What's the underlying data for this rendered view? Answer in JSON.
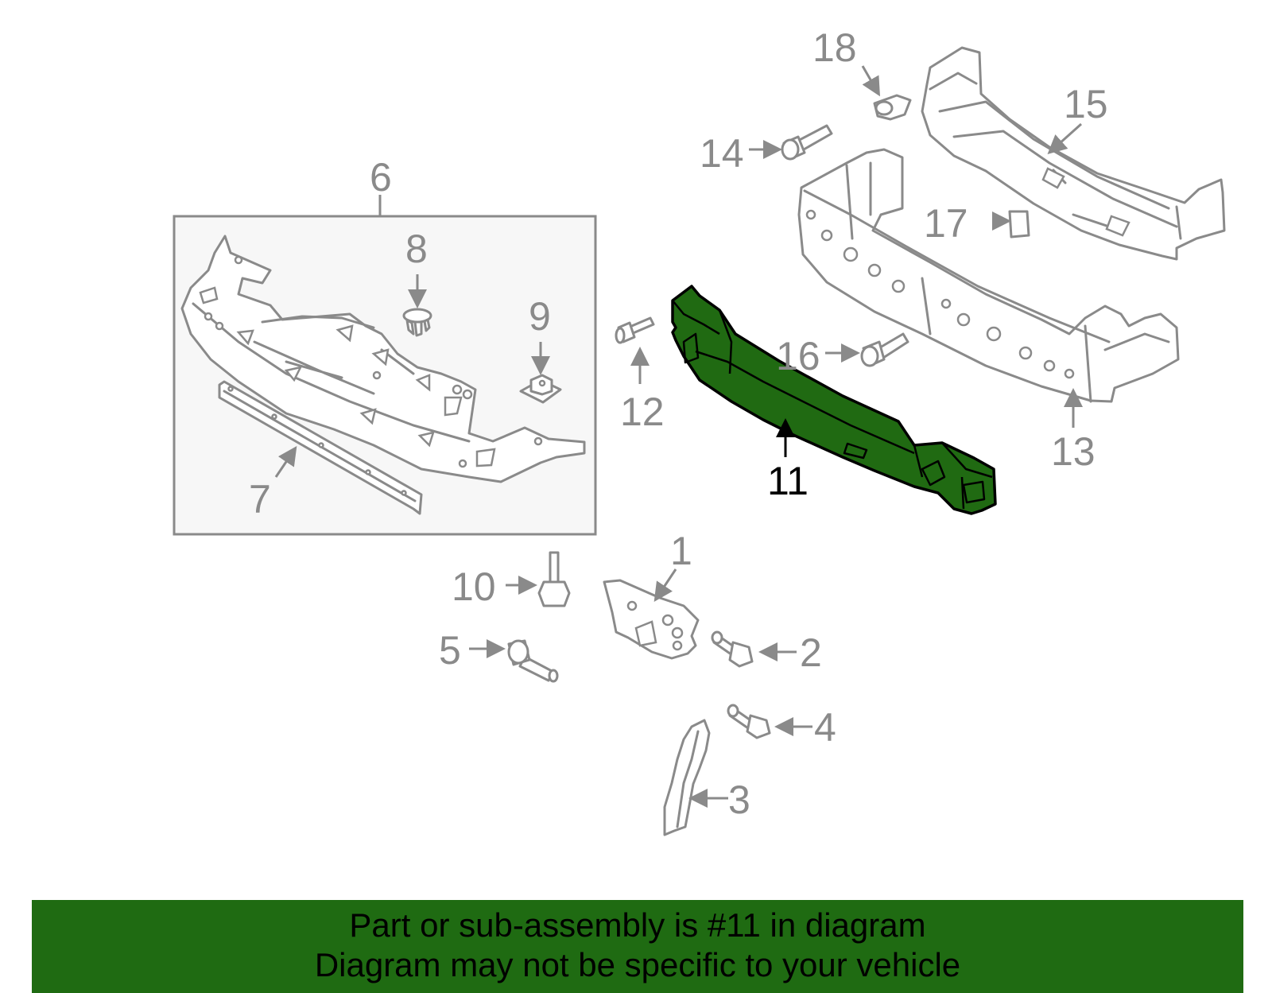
{
  "colors": {
    "highlight_fill": "#206a12",
    "footer_background": "#1f6b12",
    "part_outline": "#8a8a8a",
    "box_fill": "#f7f7f7"
  },
  "callouts": {
    "c1": "1",
    "c2": "2",
    "c3": "3",
    "c4": "4",
    "c5": "5",
    "c6": "6",
    "c7": "7",
    "c8": "8",
    "c9": "9",
    "c10": "10",
    "c11": "11",
    "c12": "12",
    "c13": "13",
    "c14": "14",
    "c15": "15",
    "c16": "16",
    "c17": "17",
    "c18": "18"
  },
  "highlighted_part": "11",
  "footer": {
    "line1": "Part or sub-assembly is #11 in diagram",
    "line2": "Diagram may not be specific to your vehicle"
  }
}
